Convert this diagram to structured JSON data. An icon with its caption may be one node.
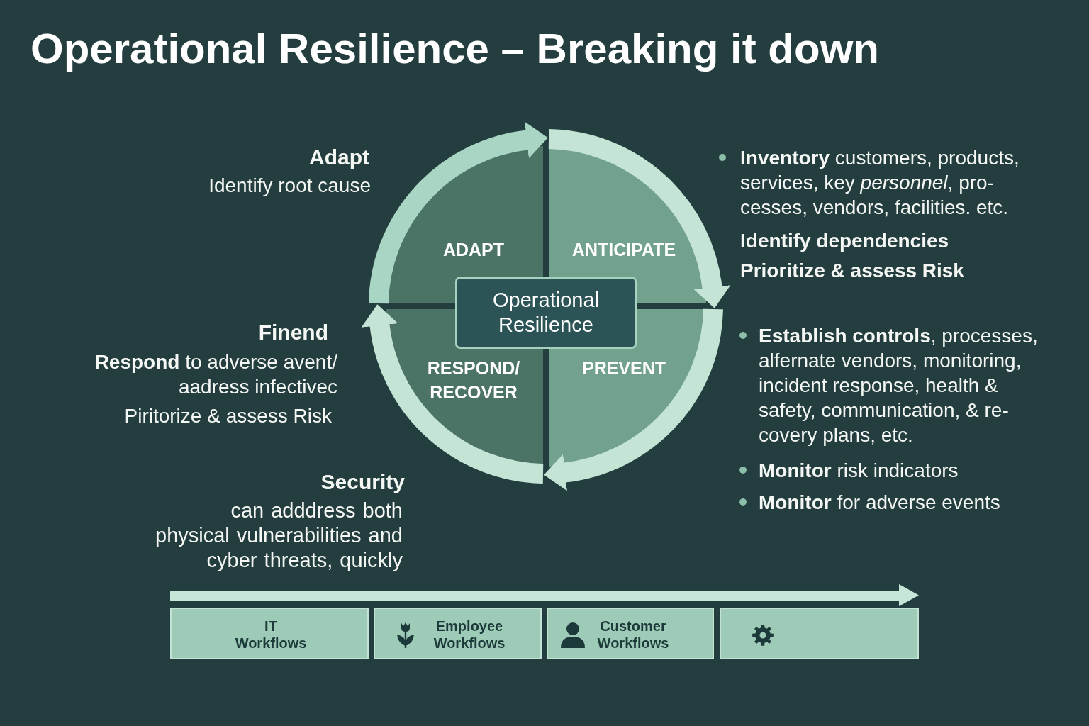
{
  "diagram": {
    "title": "Operational Resilience – Breaking it down",
    "nodes": [
      {
        "text": [
          "ADAPT"
        ]
      },
      {
        "text": [
          "ANTICIPATE"
        ]
      },
      {
        "text": [
          "Operational Resilience"
        ]
      },
      {
        "text": [
          "RESPOND/ RECOVER"
        ]
      },
      {
        "text": [
          "PREVENT"
        ]
      },
      {
        "text": [
          "IT Workflows"
        ]
      },
      {
        "text": [
          "Employee Workflows"
        ]
      },
      {
        "text": [
          "Customer Workflows"
        ]
      },
      {
        "text": [],
        "shape": "box"
      }
    ],
    "edges": [
      {
        "from": 0,
        "to": 1,
        "arrow": "to",
        "color": "#a9d5c4"
      },
      {
        "from": 1,
        "to": 4,
        "arrow": "to"
      },
      {
        "from": 4,
        "to": 3,
        "arrow": "to"
      },
      {
        "from": 3,
        "to": 0,
        "arrow": "to"
      }
    ],
    "labels": [
      "Adapt",
      "Identify root cause",
      "Finend",
      "**Respond** to adverse avent/ aadress infectivec",
      "Piritorize & assess Risk",
      "Security",
      "can adddress both physical vulnerabilities and cyber threats, quickly",
      "**Inventory** customers, products, services, key *personnel*, pro- cesses, vendors, facilities. etc.",
      "Identify dependencies",
      "Prioritize & assess Risk",
      "**Establish controls**, processes, alfernate vendors, monitoring, incident response, health & safety, communication, & re- covery plans, etc.",
      "**Monitor** risk indicators",
      "**Monitor** for adverse events"
    ]
  }
}
